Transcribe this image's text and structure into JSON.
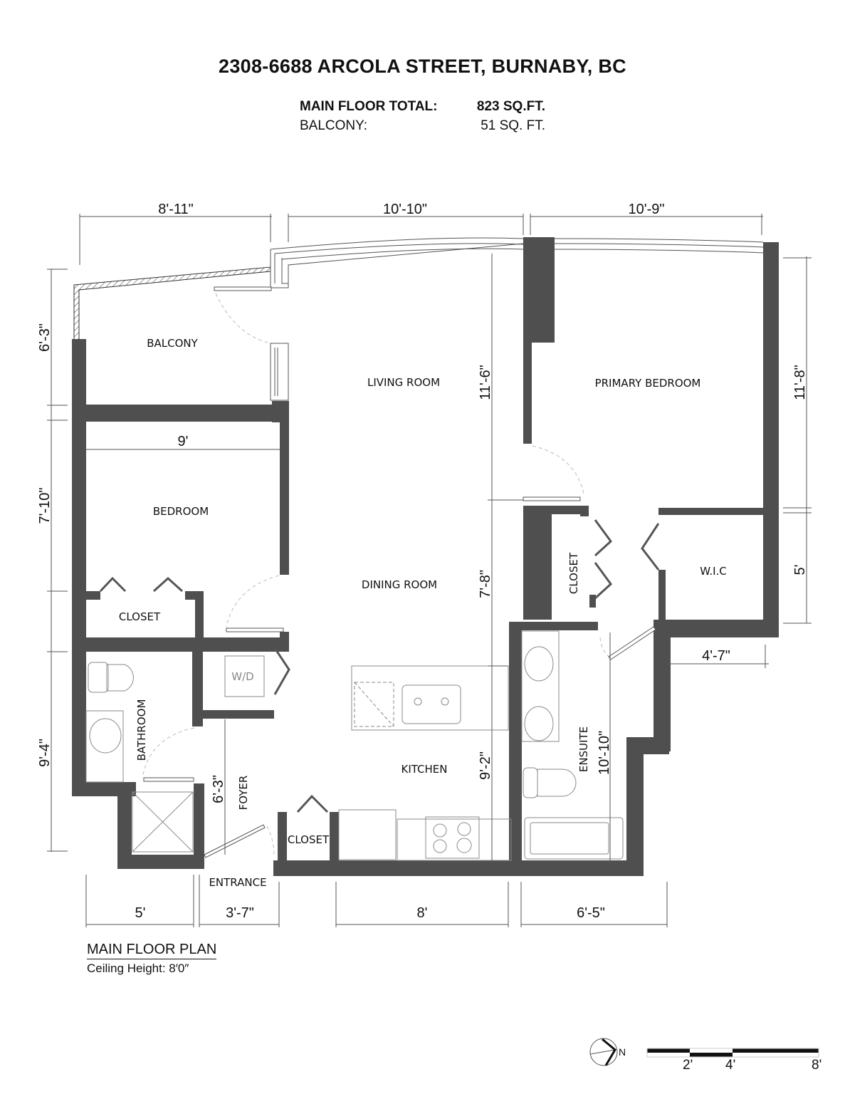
{
  "header": {
    "address": "2308-6688 ARCOLA STREET, BURNABY, BC",
    "areas": [
      {
        "label": "MAIN FLOOR TOTAL:",
        "value": "823 SQ.FT."
      },
      {
        "label": "BALCONY:",
        "value": "51 SQ. FT."
      }
    ]
  },
  "rooms": {
    "balcony": "BALCONY",
    "living_room": "LIVING ROOM",
    "primary_bedroom": "PRIMARY BEDROOM",
    "bedroom": "BEDROOM",
    "dining_room": "DINING ROOM",
    "closet_bedroom": "CLOSET",
    "closet_primary": "CLOSET",
    "wic": "W.I.C",
    "washer_dryer": "W/D",
    "bathroom": "BATHROOM",
    "foyer": "FOYER",
    "kitchen": "KITCHEN",
    "closet_entry": "CLOSET",
    "ensuite": "ENSUITE",
    "entrance": "ENTRANCE"
  },
  "dimensions": {
    "top_balcony_width": "8'-11\"",
    "top_living_width": "10'-10\"",
    "top_primary_width": "10'-9\"",
    "left_balcony_depth": "6'-3\"",
    "left_bedroom_depth": "7'-10\"",
    "left_bathroom_depth": "9'-4\"",
    "bedroom_width": "9'",
    "living_depth": "11'-6\"",
    "dining_depth": "7'-8\"",
    "kitchen_depth": "9'-2\"",
    "primary_depth": "11'-8\"",
    "wic_depth": "5'",
    "wic_width": "4'-7\"",
    "ensuite_depth": "10'-10\"",
    "foyer_depth": "6'-3\"",
    "bottom_bathroom_width": "5'",
    "bottom_entrance_width": "3'-7\"",
    "bottom_kitchen_width": "8'",
    "bottom_ensuite_width": "6'-5\""
  },
  "footer": {
    "plan_title": "MAIN FLOOR PLAN",
    "ceiling": "Ceiling Height: 8′0″"
  },
  "legend": {
    "north_label": "N",
    "scale_ticks": [
      "2'",
      "4'",
      "8'"
    ]
  },
  "colors": {
    "wall": "#4f4f4f",
    "fixture_line": "#8a8a8a",
    "dim_line": "#555555"
  }
}
